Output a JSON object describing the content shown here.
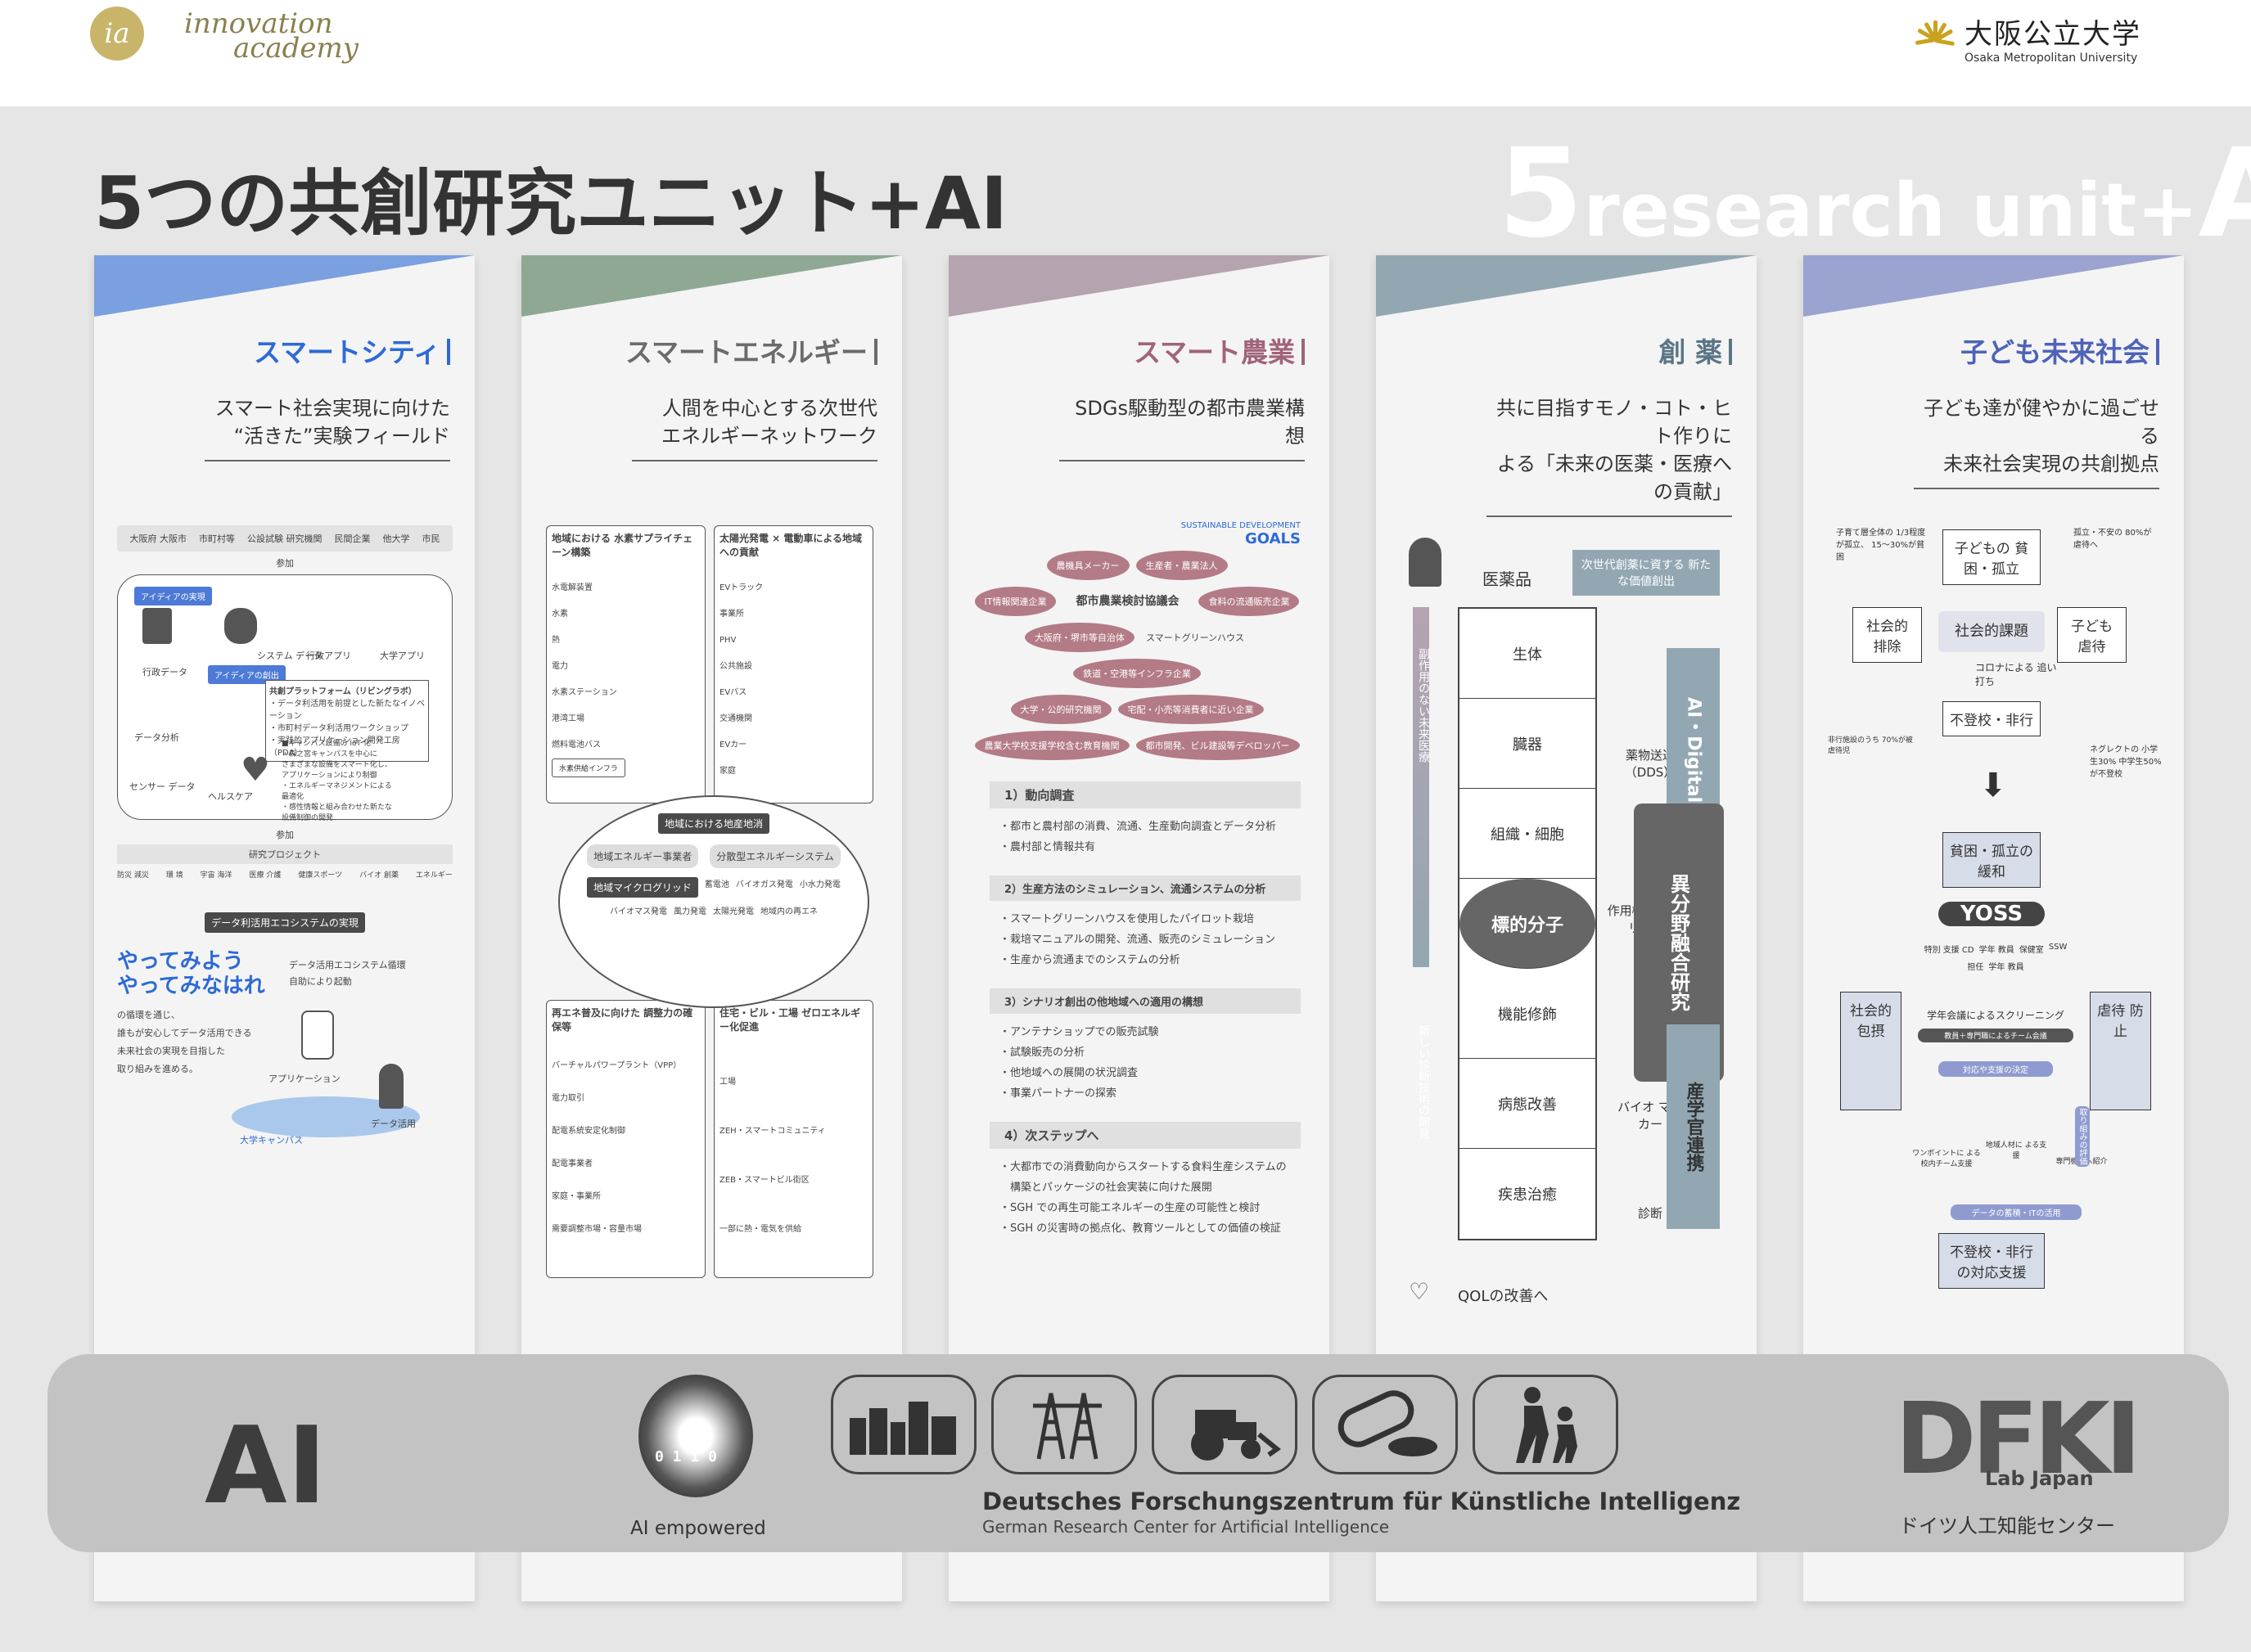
{
  "header": {
    "ia_mark": "ia",
    "ia_text1": "innovation",
    "ia_text2": "academy",
    "omu_name": "大阪公立大学",
    "omu_en": "Osaka Metropolitan University"
  },
  "title": "5つの共創研究ユニット+AI",
  "ghost": {
    "five": "5",
    "research": "research unit+",
    "ai": "AI"
  },
  "panels": [
    {
      "title": "スマートシティ",
      "sub1": "スマート社会実現に向けた",
      "sub2": "“活きた”実験フィールド",
      "color": "#7aa0e0",
      "tcolor": "#2d6ad6"
    },
    {
      "title": "スマートエネルギー",
      "sub1": "人間を中心とする次世代",
      "sub2": "エネルギーネットワーク",
      "color": "#8fa893",
      "tcolor": "#6b6b6b"
    },
    {
      "title": "スマート農業",
      "sub1": "SDGs駆動型の都市農業構想",
      "sub2": "",
      "color": "#b5a3b0",
      "tcolor": "#a0637a"
    },
    {
      "title": "創 薬",
      "sub1": "共に目指すモノ・コト・ヒト作りに",
      "sub2": "よる「未来の医薬・医療への貢献」",
      "color": "#93a7b3",
      "tcolor": "#5a7585"
    },
    {
      "title": "子ども未来社会",
      "sub1": "子ども達が健やかに過ごせる",
      "sub2": "未来社会実現の共創拠点",
      "color": "#9ba3d1",
      "tcolor": "#4e63b8"
    }
  ],
  "city": {
    "actors": [
      "大阪府 大阪市",
      "市町村等",
      "公設試験 研究機関",
      "民間企業",
      "他大学",
      "市民"
    ],
    "join": "参加",
    "labels": [
      "アイディアの実現",
      "システム データ",
      "行政アプリ",
      "大学アプリ",
      "行政データ",
      "アイディアの創出"
    ],
    "platform": "共創プラットフォーム（リビングラボ）",
    "items": [
      "・データ利活用を前提とした新たなイノベーション",
      "・市町村データ利活用ワークショップ",
      "・実践的アプリケーション開発工房（PDA）"
    ],
    "data_analysis": "データ分析",
    "sensor": "センサー データ",
    "health": "ヘルスケア",
    "campus_notes": [
      "■キャンパス設備の IoT 化",
      "・森之宮キャンパスを中心に",
      "さまざまな設備をスマート化し、",
      "アプリケーションにより制御",
      "・エネルギーマネジメントによる",
      "最適化",
      "・感性情報と組み合わせた新たな",
      "設備制御の開発"
    ],
    "join2": "参加",
    "project": "研究プロジェクト",
    "projects": [
      "防災 減災",
      "環 境",
      "宇宙 海洋",
      "医療 介護",
      "健康スポーツ",
      "バイオ 創薬",
      "エネルギー"
    ],
    "ecosystem": "データ利活用エコシステムの実現",
    "slogan1": "やってみよう",
    "slogan2": "やってみなはれ",
    "desc": [
      "の循環を通じ、",
      "誰もが安心してデータ活用できる",
      "未来社会の実現を目指した",
      "取り組みを進める。"
    ],
    "eco_desc": [
      "データ活用エコシステム循環",
      "自助により起動"
    ],
    "app": "アプリケーション",
    "use": "データ活用",
    "campus": "大学キャンパス"
  },
  "energy": {
    "box1": "地域における 水素サプライチェーン構築",
    "box2": "太陽光発電 × 電動車による地域への貢献",
    "b1labels": [
      "水電解装置",
      "水素",
      "熱",
      "電力",
      "水素ステーション",
      "港湾工場",
      "燃料電池バス",
      "水素供給インフラ"
    ],
    "b2labels": [
      "EVトラック",
      "事業所",
      "PHV",
      "公共施設",
      "EVバス",
      "交通機関",
      "EVカー",
      "家庭"
    ],
    "circle": "地域における地産地消",
    "circle_labels": [
      "地域エネルギー事業者",
      "分散型エネルギーシステム",
      "地域マイクログリッド",
      "蓄電池",
      "バイオガス発電",
      "小水力発電",
      "バイオマス発電",
      "風力発電",
      "太陽光発電",
      "地域内の再エネ"
    ],
    "box3": "再エネ普及に向けた 調整力の確保等",
    "box4": "住宅・ビル・工場 ゼロエネルギー化促進",
    "b3labels": [
      "バーチャルパワープラント（VPP）",
      "電力取引",
      "配電系統安定化制御",
      "配電事業者",
      "家庭・事業所",
      "需要調整市場・容量市場"
    ],
    "b4labels": [
      "工場",
      "ZEH・スマートコミュニティ",
      "ZEB・スマートビル街区",
      "一部に熱・電気を供給"
    ]
  },
  "agri": {
    "sdgs1": "SUSTAINABLE DEVELOPMENT",
    "sdgs2": "GOALS",
    "ovals": [
      "農機具メーカー",
      "生産者・農業法人",
      "IT情報関連企業",
      "食料の流通販売企業",
      "大阪府・堺市等自治体",
      "鉄道・空港等インフラ企業",
      "大学・公的研究機関",
      "宅配・小売等消費者に近い企業",
      "農業大学校支援学校含む教育機関",
      "都市開発、ビル建設等デベロッパー"
    ],
    "center": "都市農業検討協議会",
    "house": "スマートグリーンハウス",
    "steps": [
      {
        "h": "1）動向調査",
        "items": [
          "・都市と農村部の消費、流通、生産動向調査とデータ分析",
          "・農村部と情報共有"
        ]
      },
      {
        "h": "2）生産方法のシミュレーション、流通システムの分析",
        "items": [
          "・スマートグリーンハウスを使用したパイロット栽培",
          "・栽培マニュアルの開発、流通、販売のシミュレーション",
          "・生産から流通までのシステムの分析"
        ]
      },
      {
        "h": "3）シナリオ創出の他地域への適用の構想",
        "items": [
          "・アンテナショップでの販売試験",
          "・試験販売の分析",
          "・他地域への展開の状況調査",
          "・事業パートナーの探索"
        ]
      },
      {
        "h": "4）次ステップへ",
        "items": [
          "・大都市での消費動向からスタートする食料生産システムの",
          "　構築とパッケージの社会実装に向けた展開",
          "・SGH での再生可能エネルギーの生産の可能性と検討",
          "・SGH の災害時の拠点化、教育ツールとしての価値の検証"
        ]
      }
    ]
  },
  "drug": {
    "medicine": "医薬品",
    "value": "次世代創薬に資する 新たな価値創出",
    "stages": [
      "生体",
      "臓器",
      "組織・細胞",
      "標的分子",
      "機能修飾",
      "病態改善",
      "疾患治癒"
    ],
    "left1": "副作用のない未来医療",
    "left2": "新しい診断技術の開発",
    "ai": "AI・Digital",
    "iryo": "異分野融合研究",
    "sangaku": "産学官連携",
    "dds": "薬物送達（DDS）",
    "mod": "作用機序 モダリティ",
    "bio": "バイオ マーカー",
    "diag": "診断",
    "qol": "QOLの改善へ"
  },
  "kids": {
    "note1": "子育て層全体の 1/3程度が孤立、 15～30%が貧困",
    "note2": "孤立・不安の 80%が虐待へ",
    "poverty": "子どもの 貧困・孤立",
    "issue": "社会的課題",
    "exclusion": "社会的 排除",
    "abuse": "子ども 虐待",
    "corona": "コロナによる 追い打ち",
    "school": "不登校・非行",
    "note3": "非行施設のうち 70%が被虐待児",
    "note4": "ネグレクトの 小学生30% 中学生50% が不登校",
    "relief": "貧困・孤立の 緩和",
    "yoss": "YOSS",
    "roles": [
      "特別 支援 CD",
      "学年 教員",
      "保健室",
      "SSW",
      "担任",
      "学年 教員"
    ],
    "screen": "学年会議によるスクリーニング",
    "meeting": "教員＋専門職によるチーム会議",
    "decision": "対応や支援の決定",
    "inclusion": "社会的 包摂",
    "prevent": "虐待 防止",
    "support1": "ワンポイントに よる校内チーム支援",
    "support2": "地域人材に よる支援",
    "support3": "専門機関へ紹介",
    "accum": "データの蓄積・ITの活用",
    "review": "取り組みの評価",
    "school2": "不登校・非行 の対応支援"
  },
  "ai": {
    "big": "AI",
    "emp": "AI empowered",
    "bits": "0 1 1 0",
    "dfki_de": "Deutsches Forschungszentrum für Künstliche Intelligenz",
    "dfki_en": "German Research Center for Artificial Intelligence",
    "dfki_logo": "DFKI",
    "lab": "Lab Japan",
    "dfki_jp": "ドイツ人工知能センター"
  }
}
